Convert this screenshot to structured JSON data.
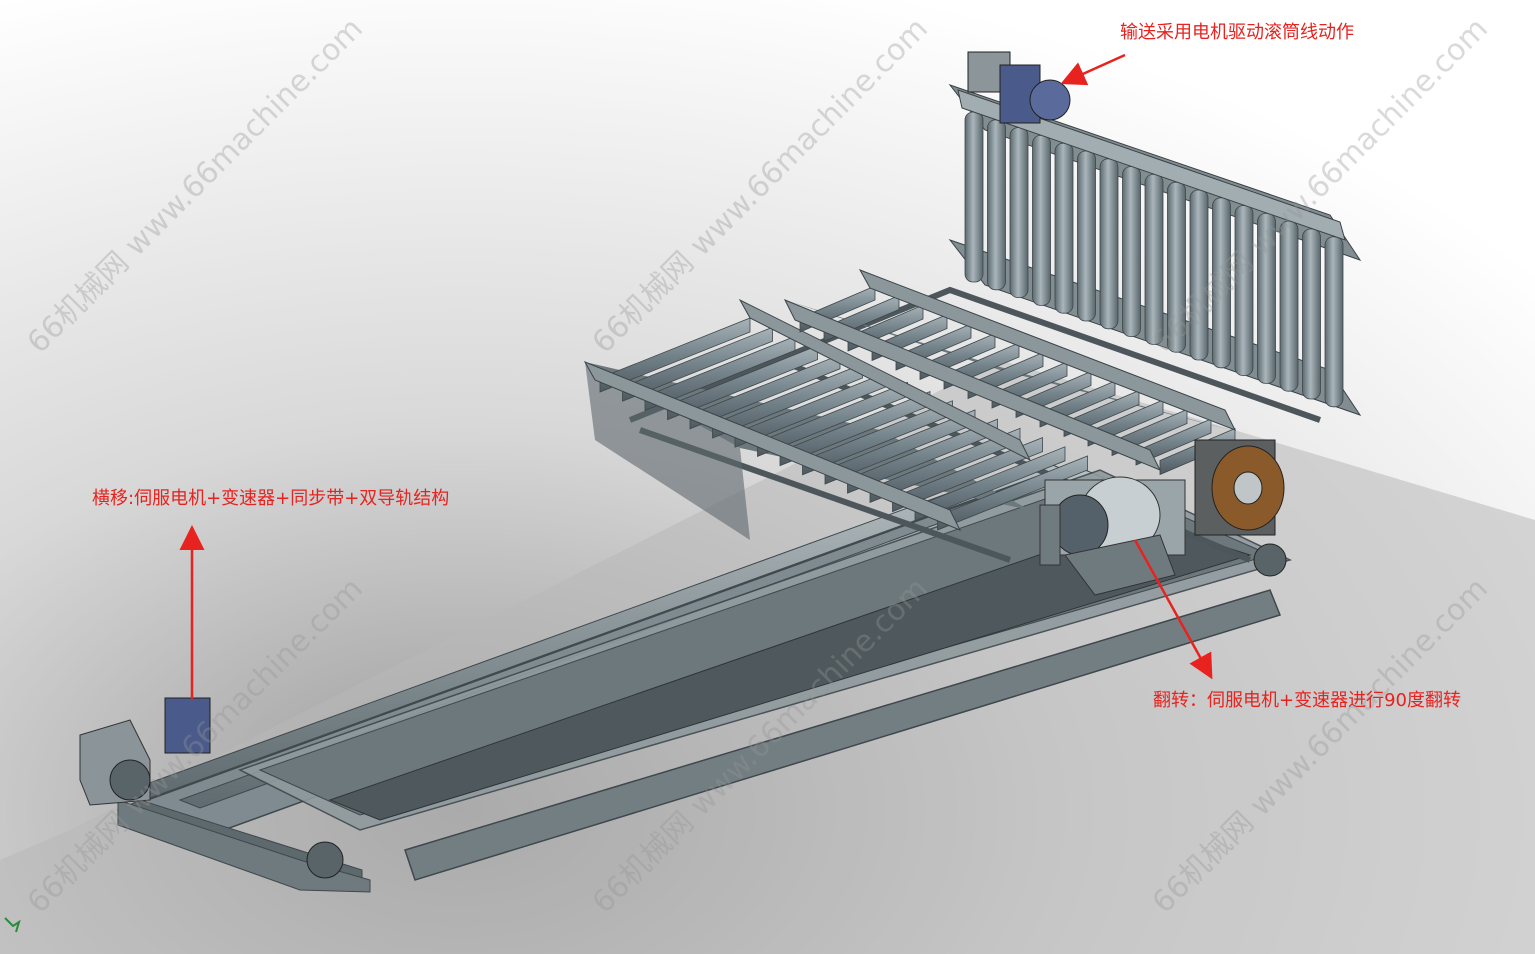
{
  "labels": {
    "conveyor": "输送采用电机驱动滚筒线动作",
    "traverse": "横移:伺服电机+变速器+同步带+双导轨结构",
    "flip": "翻转：伺服电机+变速器进行90度翻转"
  },
  "watermark": "66机械网 www.66machine.com",
  "colors": {
    "annotation": "#e8231f",
    "frame": "#6e7a80",
    "roller": "#7f8d93",
    "shadow": "#c9c9c9"
  }
}
